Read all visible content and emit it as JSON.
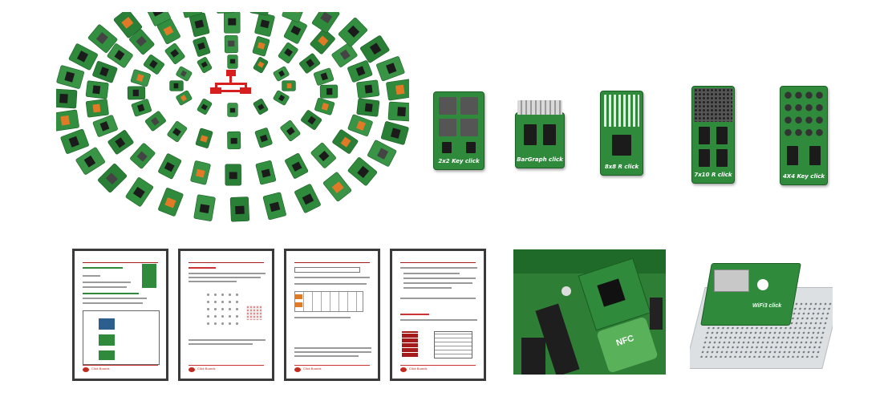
{
  "colors": {
    "pcb_green": "#2f8a3c",
    "pcb_dark": "#1d5e27",
    "accent_red": "#d81f1f",
    "doc_border": "#3a3a3a"
  },
  "boards_row": [
    {
      "label": "2x2 Key click"
    },
    {
      "label": "BarGraph click"
    },
    {
      "label": "8x8 R click"
    },
    {
      "label": "7x10 R click"
    },
    {
      "label": "4X4 Key click"
    }
  ],
  "documents": [
    {
      "footer": "Click Boards"
    },
    {
      "footer": "Click Boards"
    },
    {
      "footer": "Click Boards"
    },
    {
      "footer": "Click Boards"
    }
  ],
  "photos": {
    "wifi_label": "WiFi3 click",
    "nfc_label": "NFC"
  }
}
